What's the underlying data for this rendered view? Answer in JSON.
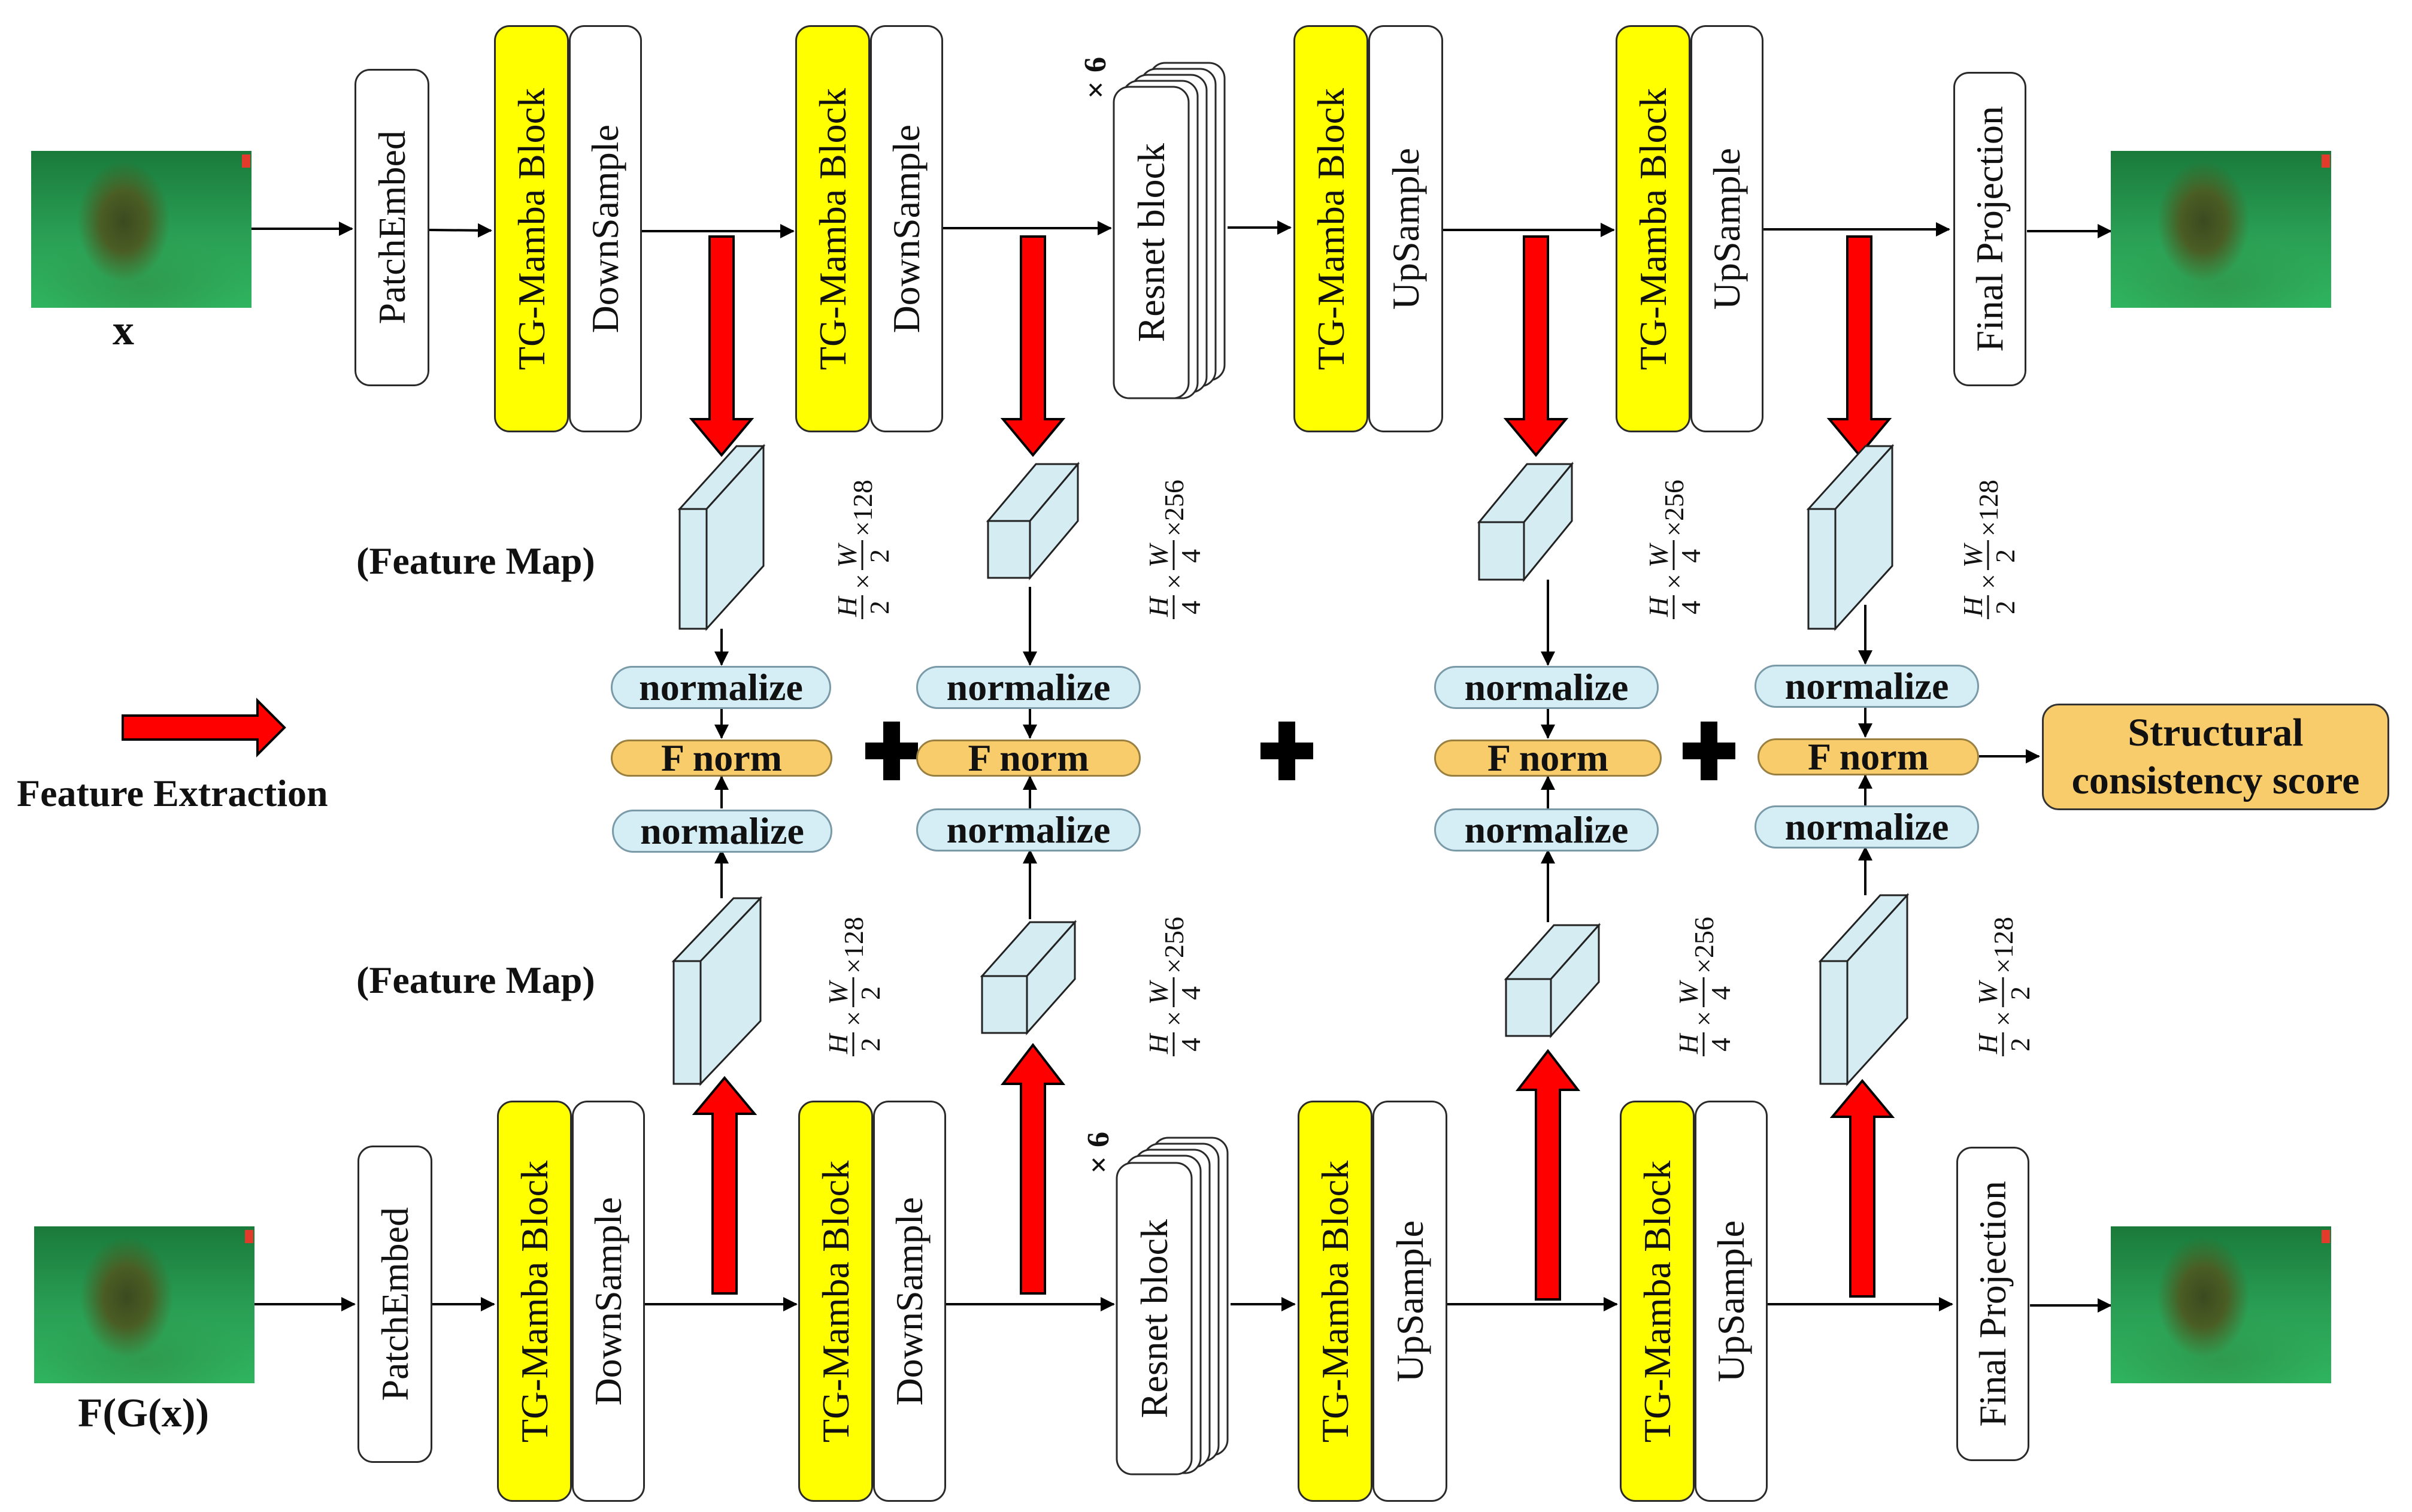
{
  "inputs": {
    "top_label": "x",
    "bottom_label": "F(G(x))"
  },
  "blocks": {
    "patch_embed": "PatchEmbed",
    "tg_mamba": "TG-Mamba Block",
    "downsample": "DownSample",
    "upsample": "UpSample",
    "resnet": "Resnet block",
    "resnet_repeat": "×6",
    "final_projection": "Final Projection"
  },
  "feature_map_label": "(Feature Map)",
  "normalize_label": "normalize",
  "fnorm_label": "F norm",
  "legend": {
    "feature_extraction": "Feature Extraction"
  },
  "score": {
    "line1": "Structural",
    "line2": "consistency score"
  },
  "dims": {
    "half": {
      "h": "H",
      "w": "W",
      "den": "2",
      "ch": "×128"
    },
    "quarter": {
      "h": "H",
      "w": "W",
      "den": "4",
      "ch": "×256"
    }
  },
  "colors": {
    "mamba": "#ffff00",
    "arrow": "#ff0000",
    "normalize": "#d5edf5",
    "fnorm": "#f8cc6a",
    "cube": "#d6ecf3"
  }
}
